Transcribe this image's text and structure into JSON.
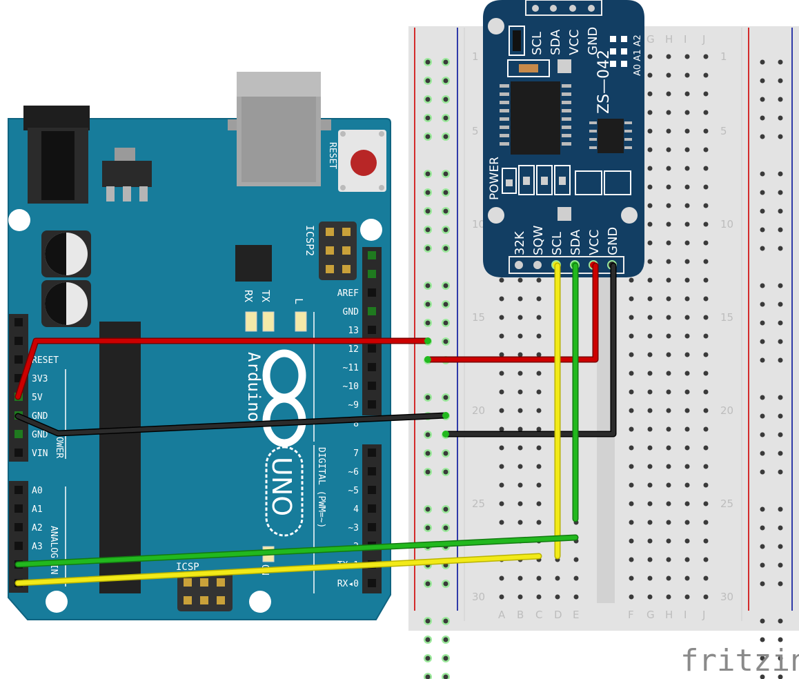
{
  "colors": {
    "arduino_board": "#177c9b",
    "arduino_edge": "#0f6380",
    "rtc_board": "#123e63",
    "breadboard": "#e3e3e3",
    "breadboard_hole": "#3a3a3a",
    "wire_red": "#cc0000",
    "wire_black": "#1a1a1a",
    "wire_green": "#22b81e",
    "wire_yellow": "#f2ea18",
    "rail_red": "#d32a2a",
    "rail_blue": "#2f3aa8",
    "led_yellow": "#f4e9a8"
  },
  "arduino": {
    "model": "UNO",
    "brand": "Arduino",
    "reset_label": "RESET",
    "icsp2_label": "ICSP2",
    "icsp_label": "ICSP",
    "led_labels": [
      "RX",
      "TX",
      "L"
    ],
    "on_label": "ON",
    "power_header_title": "POWER",
    "analog_header_title": "ANALOG IN",
    "digital_header_title": "DIGITAL (PWM=~)",
    "power_pins": [
      "RESET",
      "3V3",
      "5V",
      "GND",
      "GND",
      "VIN"
    ],
    "analog_pins": [
      "A0",
      "A1",
      "A2",
      "A3",
      "A4",
      "A5"
    ],
    "digital_pins_upper": [
      "AREF",
      "GND",
      "13",
      "12",
      "~11",
      "~10",
      "~9",
      "8"
    ],
    "digital_pins_lower": [
      "7",
      "~6",
      "~5",
      "4",
      "~3",
      "2",
      "TX▸1",
      "RX◂0"
    ]
  },
  "rtc_module": {
    "model": "ZS—042",
    "top_pins": [
      "SCL",
      "SDA",
      "VCC",
      "GND"
    ],
    "bottom_pins": [
      "32K",
      "SQW",
      "SCL",
      "SDA",
      "VCC",
      "GND"
    ],
    "address_labels": [
      "A0",
      "A1",
      "A2"
    ],
    "power_label": "POWER"
  },
  "breadboard": {
    "column_letters_left": [
      "A",
      "B",
      "C",
      "D",
      "E"
    ],
    "column_letters_right": [
      "F",
      "G",
      "H",
      "I",
      "J"
    ],
    "row_numbers": [
      "1",
      "5",
      "10",
      "15",
      "20",
      "25",
      "30"
    ]
  },
  "watermark": "fritzing"
}
